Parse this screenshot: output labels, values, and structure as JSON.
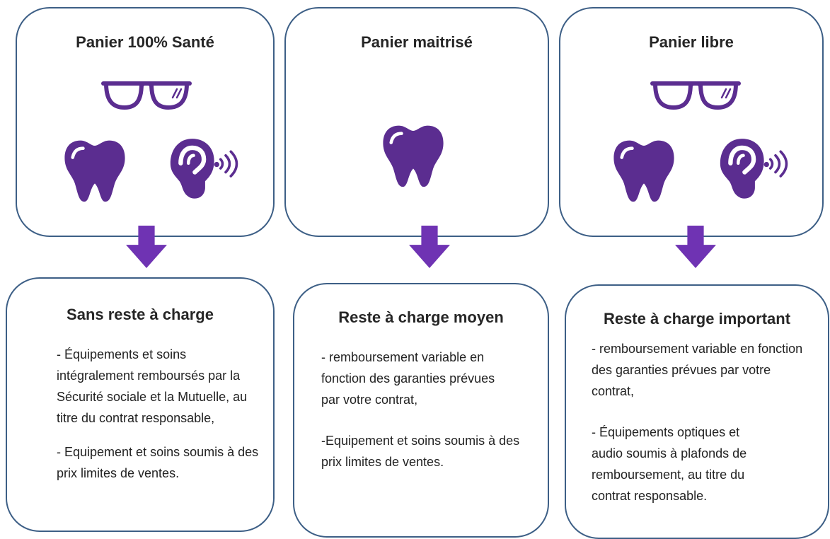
{
  "colors": {
    "border": "#3d5f86",
    "icon": "#5b2d90",
    "arrow": "#6f33b3"
  },
  "baskets": [
    {
      "title": "Panier 100% Santé",
      "icons": [
        "glasses-icon",
        "tooth-icon",
        "hearing-icon"
      ],
      "result_title": "Sans reste à charge",
      "result_items": [
        "- Équipements et soins intégralement remboursés par la Sécurité sociale et la Mutuelle, au titre du contrat responsable,",
        "-  Equipement et soins soumis à des prix limites de ventes."
      ]
    },
    {
      "title": "Panier maitrisé",
      "icons": [
        "tooth-icon"
      ],
      "result_title": "Reste à charge moyen",
      "result_items": [
        "- remboursement variable en fonction des garanties prévues par votre contrat,",
        "-Equipement et soins soumis à des prix limites de ventes."
      ]
    },
    {
      "title": "Panier libre",
      "icons": [
        "glasses-icon",
        "tooth-icon",
        "hearing-icon"
      ],
      "result_title": "Reste à charge important",
      "result_items": [
        "- remboursement variable en fonction des garanties prévues par votre contrat,",
        "- Équipements optiques et audio soumis à plafonds de remboursement, au titre du contrat responsable."
      ]
    }
  ]
}
